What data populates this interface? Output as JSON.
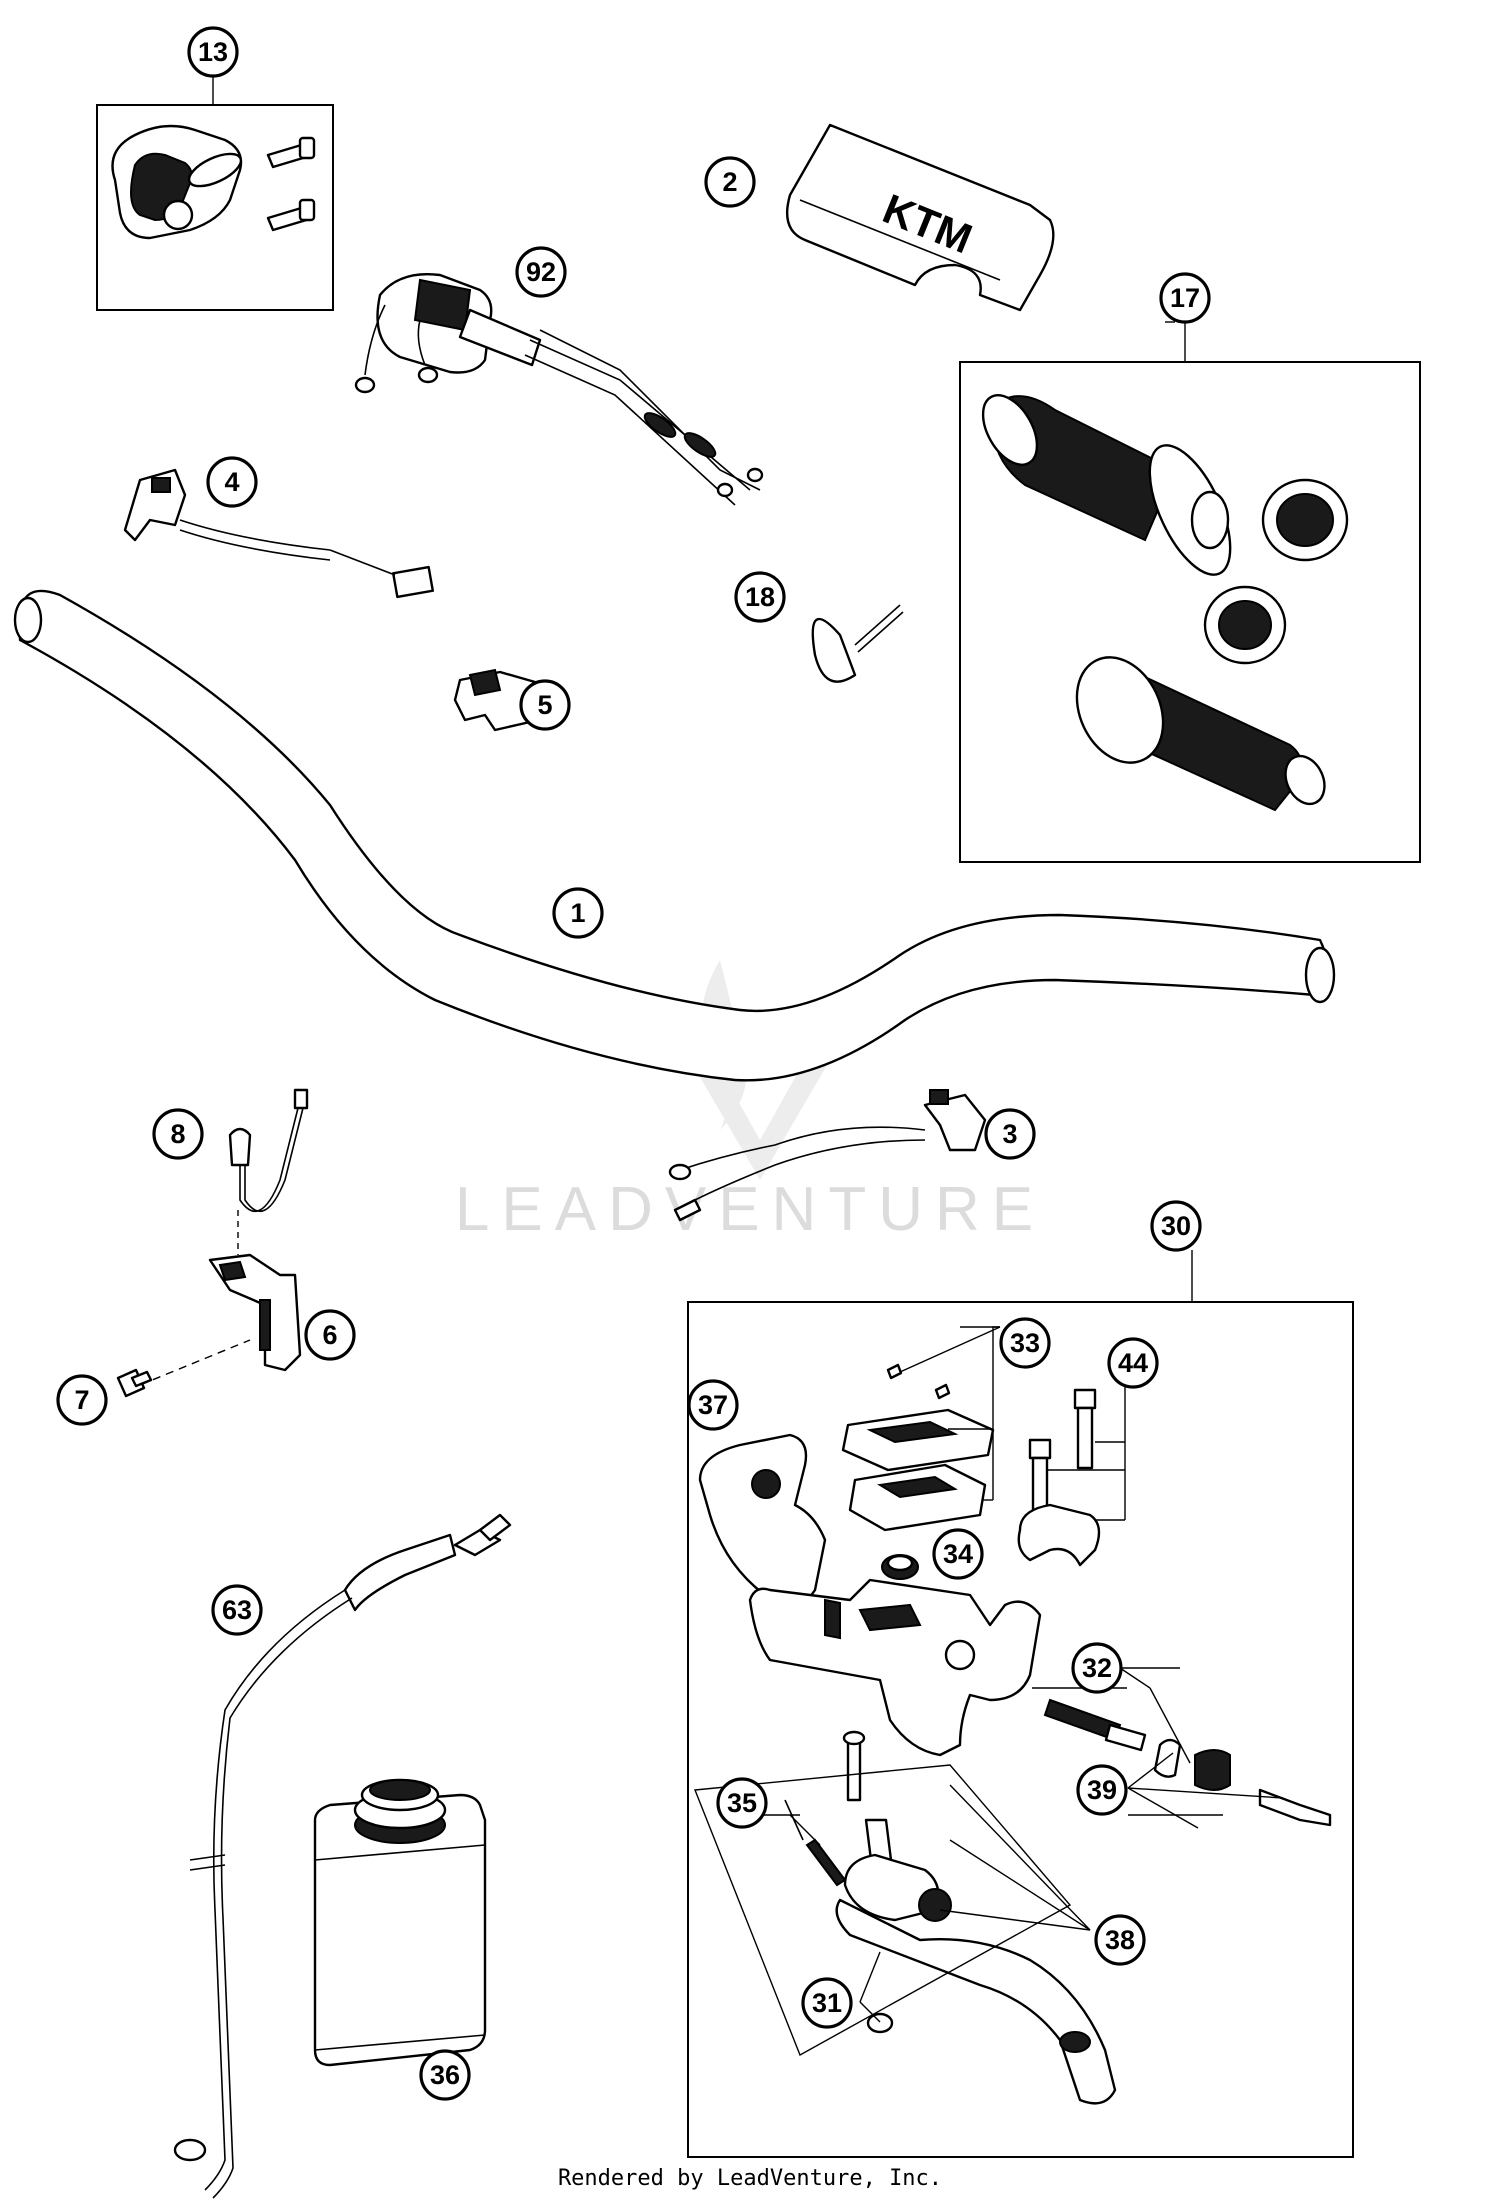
{
  "watermark": {
    "brand": "LEADVENTURE"
  },
  "footer": {
    "credit": "Rendered by LeadVenture, Inc."
  },
  "pad_logo": "KTM",
  "callouts": [
    {
      "id": "c13",
      "label": "13"
    },
    {
      "id": "c2",
      "label": "2"
    },
    {
      "id": "c92",
      "label": "92"
    },
    {
      "id": "c17",
      "label": "17"
    },
    {
      "id": "c4",
      "label": "4"
    },
    {
      "id": "c18",
      "label": "18"
    },
    {
      "id": "c5",
      "label": "5"
    },
    {
      "id": "c1",
      "label": "1"
    },
    {
      "id": "c8",
      "label": "8"
    },
    {
      "id": "c3",
      "label": "3"
    },
    {
      "id": "c6",
      "label": "6"
    },
    {
      "id": "c7",
      "label": "7"
    },
    {
      "id": "c30",
      "label": "30"
    },
    {
      "id": "c33",
      "label": "33"
    },
    {
      "id": "c44",
      "label": "44"
    },
    {
      "id": "c37",
      "label": "37"
    },
    {
      "id": "c34",
      "label": "34"
    },
    {
      "id": "c63",
      "label": "63"
    },
    {
      "id": "c32",
      "label": "32"
    },
    {
      "id": "c39",
      "label": "39"
    },
    {
      "id": "c35",
      "label": "35"
    },
    {
      "id": "c38",
      "label": "38"
    },
    {
      "id": "c31",
      "label": "31"
    },
    {
      "id": "c36",
      "label": "36"
    }
  ]
}
